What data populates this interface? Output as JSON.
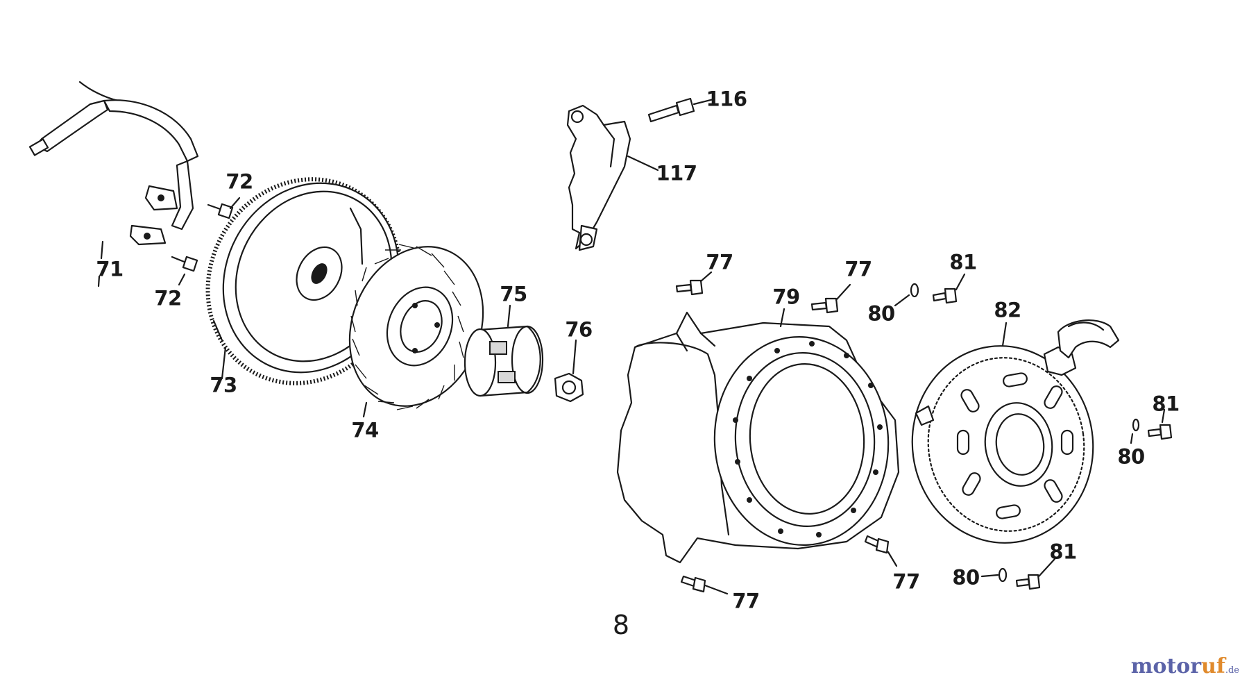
{
  "page_number": "8",
  "watermark": {
    "brand_main": "motor",
    "brand_accent": "uf",
    "brand_suffix": ".de"
  },
  "colors": {
    "line": "#1a1a1a",
    "watermark_blue": "#5b63a8",
    "watermark_orange": "#e08a2c"
  },
  "labels": {
    "l71": "71",
    "l72a": "72",
    "l72b": "72",
    "l73": "73",
    "l74": "74",
    "l75": "75",
    "l76": "76",
    "l116": "116",
    "l117": "117",
    "l77a": "77",
    "l77b": "77",
    "l77c": "77",
    "l77d": "77",
    "l79": "79",
    "l80a": "80",
    "l80b": "80",
    "l80c": "80",
    "l81a": "81",
    "l81b": "81",
    "l81c": "81",
    "l82": "82"
  }
}
